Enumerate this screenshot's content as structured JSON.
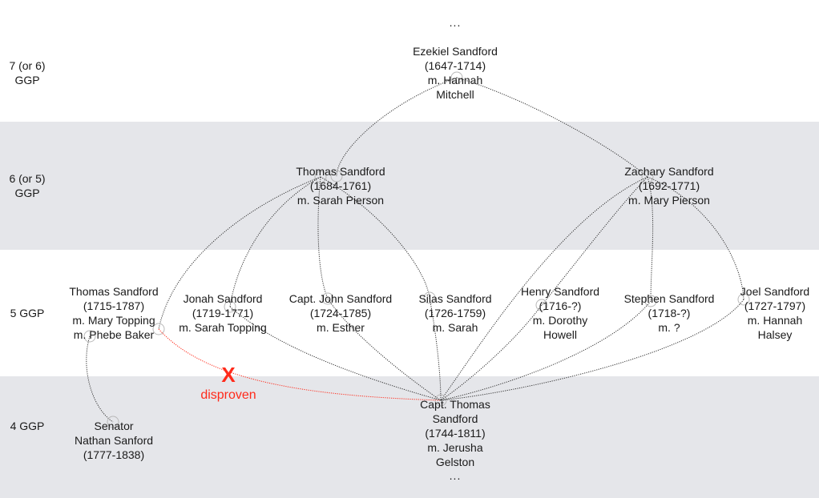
{
  "generations": [
    {
      "label_lines": [
        "7 (or 6)",
        "GGP"
      ],
      "shaded": false
    },
    {
      "label_lines": [
        "6 (or 5)",
        "GGP"
      ],
      "shaded": true
    },
    {
      "label_lines": [
        "5 GGP"
      ],
      "shaded": false
    },
    {
      "label_lines": [
        "4 GGP"
      ],
      "shaded": true
    }
  ],
  "top_ellipsis": "...",
  "bottom_ellipsis": "...",
  "people": {
    "ezekiel": {
      "lines": [
        "Ezekiel Sandford",
        "(1647-1714)",
        "m. Hannah",
        "Mitchell"
      ]
    },
    "thomas_1684": {
      "lines": [
        "Thomas Sandford",
        "(1684-1761)",
        "m. Sarah Pierson"
      ]
    },
    "zachary": {
      "lines": [
        "Zachary Sandford",
        "(1692-1771)",
        "m. Mary Pierson"
      ]
    },
    "thomas_1715": {
      "lines": [
        "Thomas Sandford",
        "(1715-1787)",
        "m. Mary Topping",
        "m. Phebe Baker"
      ]
    },
    "jonah": {
      "lines": [
        "Jonah Sandford",
        "(1719-1771)",
        "m. Sarah Topping"
      ]
    },
    "john": {
      "lines": [
        "Capt. John Sandford",
        "(1724-1785)",
        "m. Esther"
      ]
    },
    "silas": {
      "lines": [
        "Silas Sandford",
        "(1726-1759)",
        "m. Sarah"
      ]
    },
    "henry": {
      "lines": [
        "Henry Sandford",
        "(1716-?)",
        "m. Dorothy",
        "Howell"
      ]
    },
    "stephen": {
      "lines": [
        "Stephen Sandford",
        "(1718-?)",
        "m. ?"
      ]
    },
    "joel": {
      "lines": [
        "Joel Sandford",
        "(1727-1797)",
        "m. Hannah",
        "Halsey"
      ]
    },
    "nathan": {
      "lines": [
        "Senator",
        "Nathan Sanford",
        "(1777-1838)"
      ]
    },
    "capt_thomas": {
      "lines": [
        "Capt. Thomas",
        "Sandford",
        "(1744-1811)",
        "m. Jerusha",
        "Gelston"
      ]
    }
  },
  "links": [
    {
      "from": "ezekiel",
      "to": "thomas_1684",
      "status": "possible"
    },
    {
      "from": "ezekiel",
      "to": "zachary",
      "status": "possible"
    },
    {
      "from": "thomas_1684",
      "to": "thomas_1715",
      "status": "possible"
    },
    {
      "from": "thomas_1684",
      "to": "jonah",
      "status": "possible"
    },
    {
      "from": "thomas_1684",
      "to": "john",
      "status": "possible"
    },
    {
      "from": "thomas_1684",
      "to": "silas",
      "status": "possible"
    },
    {
      "from": "zachary",
      "to": "henry",
      "status": "possible"
    },
    {
      "from": "zachary",
      "to": "stephen",
      "status": "possible"
    },
    {
      "from": "zachary",
      "to": "joel",
      "status": "possible"
    },
    {
      "from": "zachary",
      "to": "capt_thomas",
      "status": "possible"
    },
    {
      "from": "thomas_1715",
      "to": "nathan",
      "status": "possible"
    },
    {
      "from": "thomas_1715",
      "to": "capt_thomas",
      "status": "disproven"
    },
    {
      "from": "jonah",
      "to": "capt_thomas",
      "status": "possible"
    },
    {
      "from": "john",
      "to": "capt_thomas",
      "status": "possible"
    },
    {
      "from": "silas",
      "to": "capt_thomas",
      "status": "possible"
    },
    {
      "from": "henry",
      "to": "capt_thomas",
      "status": "possible"
    },
    {
      "from": "stephen",
      "to": "capt_thomas",
      "status": "possible"
    },
    {
      "from": "joel",
      "to": "capt_thomas",
      "status": "possible"
    }
  ],
  "disproven_mark": {
    "symbol": "X",
    "label": "disproven"
  },
  "colors": {
    "link": "#333333",
    "disproven": "#ff2a1a",
    "band_shade": "#e5e6ea"
  }
}
